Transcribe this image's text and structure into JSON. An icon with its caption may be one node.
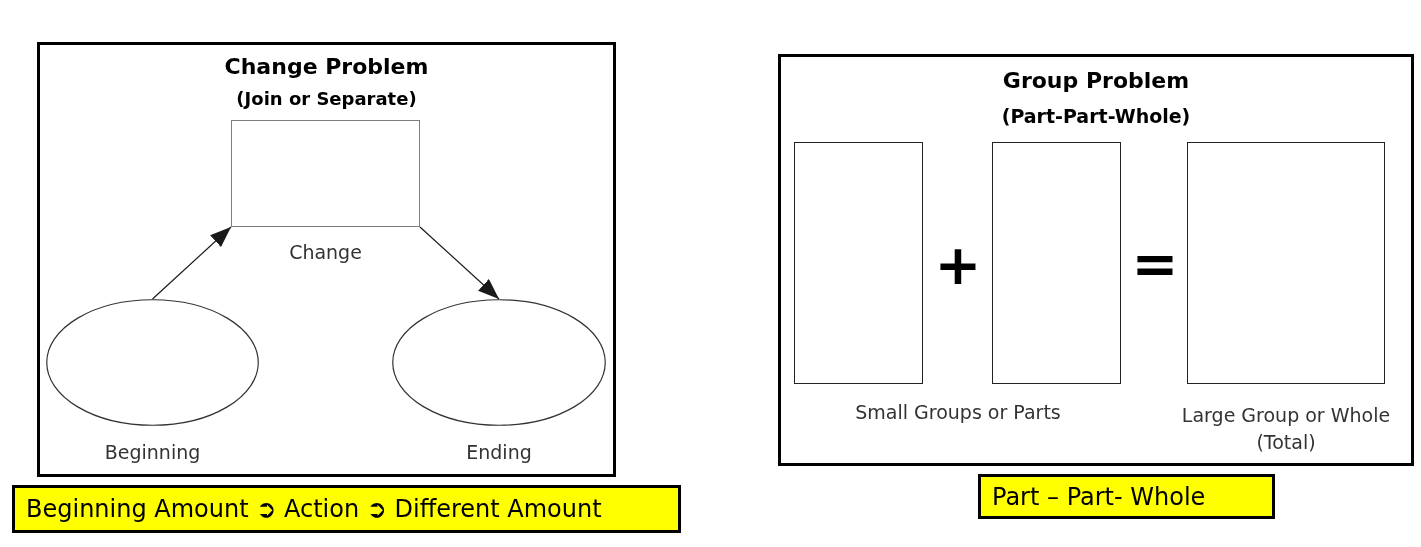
{
  "diagram": {
    "nodes": [
      {
        "text": [
          "Change Problem",
          "(Join or Separate)"
        ]
      },
      {
        "text": [],
        "shape": "box",
        "in": 0,
        "beside": [
          "Change"
        ]
      },
      {
        "text": [],
        "shape": "ellipse",
        "in": 0,
        "beside": [
          "Beginning"
        ]
      },
      {
        "text": [],
        "shape": "ellipse",
        "in": 0,
        "beside": [
          "Ending"
        ]
      },
      {
        "text": [
          "Group Problem",
          "(Part-Part-Whole)"
        ]
      },
      {
        "text": [],
        "shape": "box",
        "in": 4
      },
      {
        "text": [],
        "shape": "box",
        "in": 4
      },
      {
        "text": [],
        "shape": "box",
        "in": 4,
        "beside": [
          "Large Group or Whole (Total)"
        ]
      },
      {
        "text": [
          "Beginning Amount ➲ Action ➲ Different Amount"
        ]
      },
      {
        "text": [
          "Part – Part- Whole"
        ]
      }
    ],
    "edges": [
      {
        "from": 2,
        "to": 1,
        "arrow": "to"
      },
      {
        "from": 1,
        "to": 3,
        "arrow": "to"
      }
    ],
    "labels": [
      "+",
      "=",
      "Small Groups or Parts"
    ]
  }
}
